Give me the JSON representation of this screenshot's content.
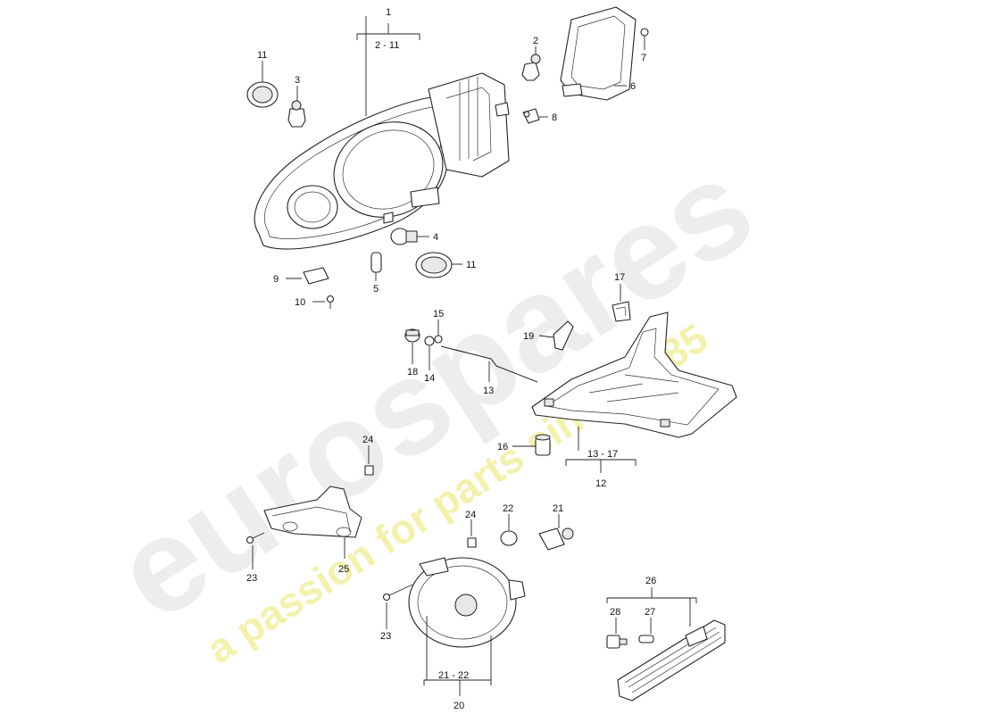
{
  "watermark": {
    "brand": "eurospares",
    "tagline": "a passion for parts since 1985",
    "brand_color": "#e6e6e6",
    "tagline_color": "#f2f0a8"
  },
  "callouts": {
    "c1": "1",
    "c2_11": "2 - 11",
    "c2": "2",
    "c3": "3",
    "c4": "4",
    "c5": "5",
    "c6": "6",
    "c7": "7",
    "c8": "8",
    "c9": "9",
    "c10": "10",
    "c11a": "11",
    "c11b": "11",
    "c12": "12",
    "c13": "13",
    "c13_17": "13 - 17",
    "c14": "14",
    "c15": "15",
    "c16": "16",
    "c17": "17",
    "c18": "18",
    "c19": "19",
    "c20": "20",
    "c21": "21",
    "c21_22": "21 - 22",
    "c22": "22",
    "c23a": "23",
    "c23b": "23",
    "c24a": "24",
    "c24b": "24",
    "c25": "25",
    "c26": "26",
    "c27": "27",
    "c28": "28"
  }
}
